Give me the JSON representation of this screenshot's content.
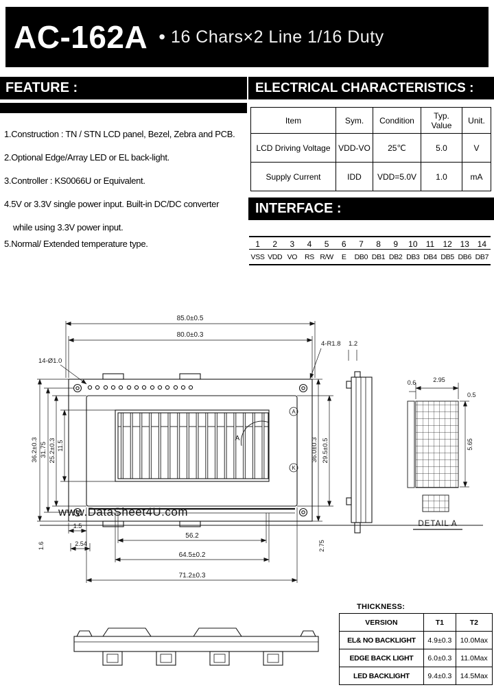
{
  "header": {
    "model": "AC-162A",
    "bullet": "•",
    "subtitle": "16 Chars×2 Line 1/16 Duty"
  },
  "feature": {
    "title": "FEATURE :",
    "items": [
      "1.Construction : TN / STN LCD panel, Bezel, Zebra and PCB.",
      "2.Optional Edge/Array LED or EL back-light.",
      "3.Controller : KS0066U or Equivalent.",
      "4.5V or 3.3V single power input. Built-in DC/DC converter",
      "while using 3.3V power input.",
      "5.Normal/ Extended temperature type."
    ]
  },
  "electrical": {
    "title": "ELECTRICAL CHARACTERISTICS :",
    "columns": [
      "Item",
      "Sym.",
      "Condition",
      "Typ. Value",
      "Unit."
    ],
    "rows": [
      [
        "LCD Driving Voltage",
        "VDD-VO",
        "25℃",
        "5.0",
        "V"
      ],
      [
        "Supply Current",
        "IDD",
        "VDD=5.0V",
        "1.0",
        "mA"
      ]
    ]
  },
  "interface": {
    "title": "INTERFACE :",
    "pins": [
      "1",
      "2",
      "3",
      "4",
      "5",
      "6",
      "7",
      "8",
      "9",
      "10",
      "11",
      "12",
      "13",
      "14"
    ],
    "signals": [
      "VSS",
      "VDD",
      "VO",
      "RS",
      "R/W",
      "E",
      "DB0",
      "DB1",
      "DB2",
      "DB3",
      "DB4",
      "DB5",
      "DB6",
      "DB7"
    ]
  },
  "drawing": {
    "watermark": "www.DataSheet4U.com",
    "detail_label": "DETAIL A",
    "mark_anode": "A",
    "mark_cathode": "K",
    "callout": "A",
    "dims": {
      "overall_w": "85.0±0.5",
      "pcb_w": "80.0±0.3",
      "corner": "4-R1.8",
      "corner_off": "1.2",
      "pin_holes": "14-Ø1.0",
      "pcb_h": "36.2±0.3",
      "hole_pitch_v": "31.75",
      "bezel_h": "25.2±0.3",
      "win_h": "11.5",
      "side_h": "36.0±0.3",
      "side_h2": "29.5±0.5",
      "char_area_w": "56.2",
      "win_w": "64.5±0.2",
      "bezel_w": "71.2±0.3",
      "edge_off": "1.5",
      "pin_pitch": "2.54",
      "pcb_t": "1.6",
      "bezel_foot": "2.75",
      "detail_p1": "0.6",
      "detail_p2": "2.95",
      "detail_p3": "0.5",
      "detail_h": "5.65"
    }
  },
  "thickness": {
    "title": "THICKNESS:",
    "columns": [
      "VERSION",
      "T1",
      "T2"
    ],
    "rows": [
      [
        "EL& NO BACKLIGHT",
        "4.9±0.3",
        "10.0Max"
      ],
      [
        "EDGE BACK LIGHT",
        "6.0±0.3",
        "11.0Max"
      ],
      [
        "LED BACKLIGHT",
        "9.4±0.3",
        "14.5Max"
      ]
    ]
  }
}
